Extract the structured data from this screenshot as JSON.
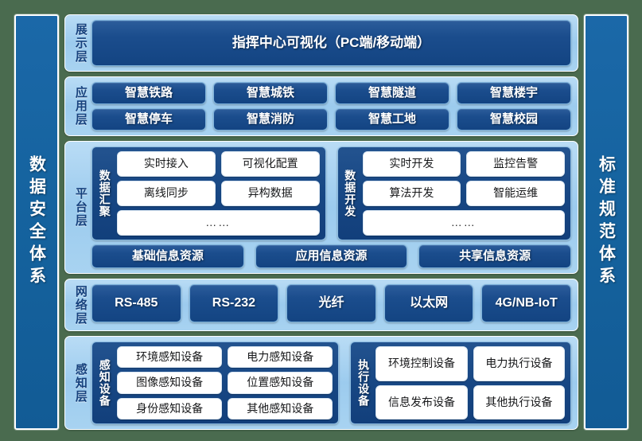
{
  "palette": {
    "page_background": "#4a6b4f",
    "pillar_blue": "#15639f",
    "panel_light_blue": "#9ccbee",
    "chip_dark_blue": "#1b4d8d",
    "chip_white": "#ffffff",
    "label_text_blue": "#16417d"
  },
  "left_pillar": {
    "label": "数据安全体系"
  },
  "right_pillar": {
    "label": "标准规范体系"
  },
  "layers": {
    "presentation": {
      "label": "展示层",
      "banner": "指挥中心可视化（PC端/移动端）"
    },
    "application": {
      "label": "应用层",
      "row1": [
        "智慧铁路",
        "智慧城铁",
        "智慧隧道",
        "智慧楼宇"
      ],
      "row2": [
        "智慧停车",
        "智慧消防",
        "智慧工地",
        "智慧校园"
      ]
    },
    "platform": {
      "label": "平台层",
      "groups": [
        {
          "title": "数据汇聚",
          "row1": [
            "实时接入",
            "可视化配置"
          ],
          "row2": [
            "离线同步",
            "异构数据"
          ],
          "row3": "……"
        },
        {
          "title": "数据开发",
          "row1": [
            "实时开发",
            "监控告警"
          ],
          "row2": [
            "算法开发",
            "智能运维"
          ],
          "row3": "……"
        }
      ],
      "resources": [
        "基础信息资源",
        "应用信息资源",
        "共享信息资源"
      ]
    },
    "network": {
      "label": "网络层",
      "items": [
        "RS-485",
        "RS-232",
        "光纤",
        "以太网",
        "4G/NB-IoT"
      ]
    },
    "sensing": {
      "label": "感知层",
      "groups": [
        {
          "title": "感知设备",
          "row1": [
            "环境感知设备",
            "电力感知设备"
          ],
          "row2": [
            "图像感知设备",
            "位置感知设备"
          ],
          "row3": [
            "身份感知设备",
            "其他感知设备"
          ]
        },
        {
          "title": "执行设备",
          "row1": [
            "环境控制设备",
            "电力执行设备"
          ],
          "row2": [
            "信息发布设备",
            "其他执行设备"
          ]
        }
      ]
    }
  }
}
